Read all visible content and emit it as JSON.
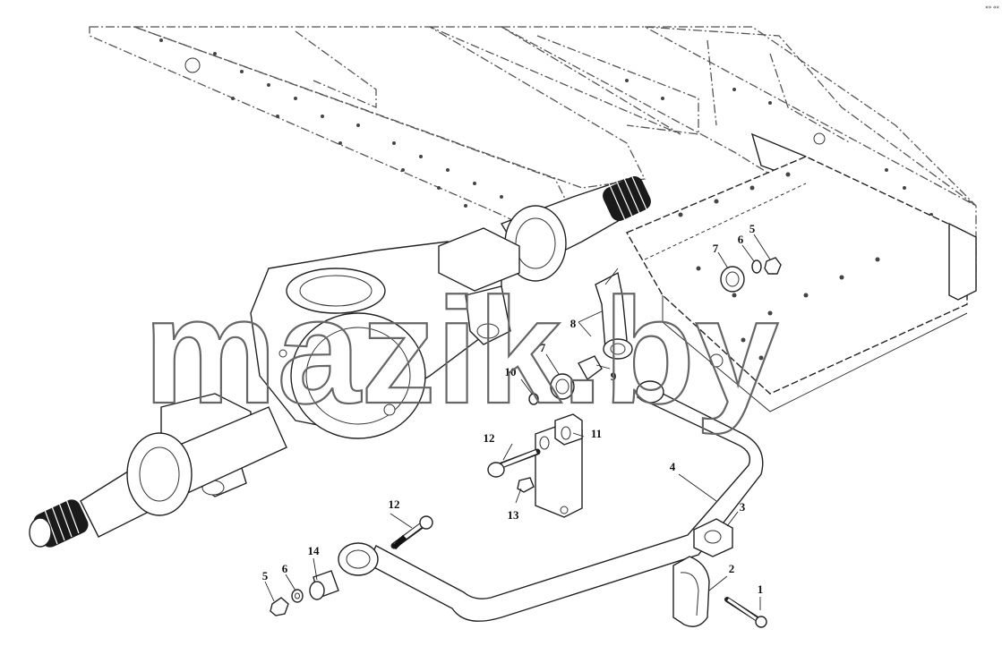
{
  "diagram": {
    "watermark": "mazik.by",
    "corner_mark": "«» ««",
    "callouts": [
      {
        "id": "c1",
        "text": "1"
      },
      {
        "id": "c2",
        "text": "2"
      },
      {
        "id": "c3",
        "text": "3"
      },
      {
        "id": "c4",
        "text": "4"
      },
      {
        "id": "c5a",
        "text": "5"
      },
      {
        "id": "c5b",
        "text": "5"
      },
      {
        "id": "c6a",
        "text": "6"
      },
      {
        "id": "c6b",
        "text": "6"
      },
      {
        "id": "c7a",
        "text": "7"
      },
      {
        "id": "c7b",
        "text": "7"
      },
      {
        "id": "c8",
        "text": "8"
      },
      {
        "id": "c9",
        "text": "9"
      },
      {
        "id": "c10",
        "text": "10"
      },
      {
        "id": "c11",
        "text": "11"
      },
      {
        "id": "c12a",
        "text": "12"
      },
      {
        "id": "c12b",
        "text": "12"
      },
      {
        "id": "c13",
        "text": "13"
      },
      {
        "id": "c14",
        "text": "14"
      }
    ]
  }
}
